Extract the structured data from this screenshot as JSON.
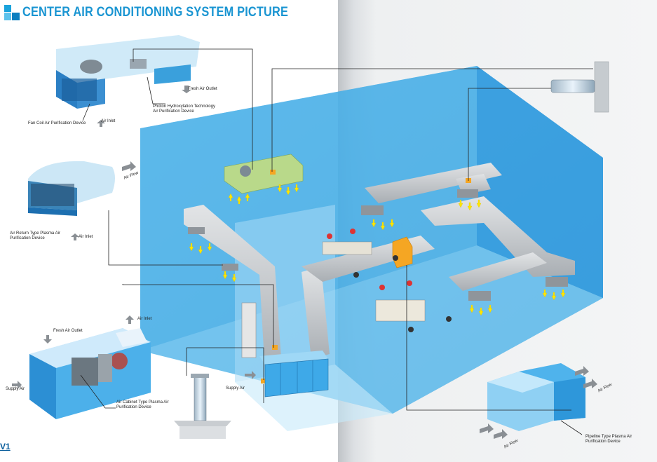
{
  "header": {
    "title": "CENTER AIR CONDITIONING SYSTEM PICTURE"
  },
  "labels": {
    "fresh_air_outlet_top": "Fresh Air Outlet",
    "photon_line1": "Photon Hydroxylation Technology",
    "photon_line2": "Air Purification Device",
    "fan_coil": "Fan Coil Air Purification Device",
    "air_inlet_top": "Air Inlet",
    "air_flow_left": "Air Flow",
    "air_return_line1": "Air Return Type Plasma Air",
    "air_return_line2": "Purification Device",
    "air_inlet_mid": "Air Inlet",
    "air_inlet_cabinet": "Air Inlet",
    "fresh_air_outlet_cabinet": "Fresh Air Outlet",
    "supply_air_left": "Supply Air",
    "supply_air_room": "Supply Air",
    "cabinet_line1": "Air Cabinet Type Plasma Air",
    "cabinet_line2": "Purification Device",
    "air_flow_right": "Air Flow",
    "air_flow_bottom": "Air Flow",
    "pipeline_line1": "Pipeline Type Plasma Air",
    "pipeline_line2": "Purification Device"
  },
  "footer": {
    "page_marker": "V1"
  },
  "colors": {
    "accent": "#1a95d2",
    "room": "#2f9fe0",
    "duct": "#c9cdd1",
    "purifier": "#f5a623",
    "vent_arrow": "#ffe600"
  }
}
